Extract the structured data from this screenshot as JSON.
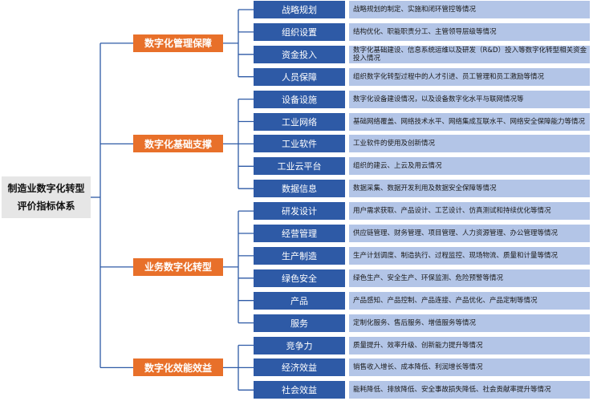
{
  "root": {
    "title": "制造业数字化转型\n评价指标体系"
  },
  "categories": [
    {
      "name": "数字化管理保障",
      "items": [
        {
          "name": "战略规划",
          "desc": "战略规划的制定、实施和闭环管控等情况"
        },
        {
          "name": "组织设置",
          "desc": "结构优化、职能职责分工、主管领导层级等情况"
        },
        {
          "name": "资金投入",
          "desc": "数字化基础建设、信息系统运维以及研发（R&D）投入等数字化转型相关资金投入情况"
        },
        {
          "name": "人员保障",
          "desc": "组织数字化转型过程中的人才引进、员工管理和员工激励等情况"
        }
      ]
    },
    {
      "name": "数字化基础支撑",
      "items": [
        {
          "name": "设备设施",
          "desc": "数字化设备建设情况，以及设备数字化水平与联网情况等"
        },
        {
          "name": "工业网络",
          "desc": "基础网络覆盖、网络技术水平、网络集成互联水平、网络安全保障能力等情况"
        },
        {
          "name": "工业软件",
          "desc": "工业软件的使用及创新情况"
        },
        {
          "name": "工业云平台",
          "desc": "组织的建云、上云及用云情况"
        },
        {
          "name": "数据信息",
          "desc": "数据采集、数据开发利用及数据安全保障等情况"
        }
      ]
    },
    {
      "name": "业务数字化转型",
      "items": [
        {
          "name": "研发设计",
          "desc": "用户需求获取、产品设计、工艺设计、仿真测试和持续优化等情况"
        },
        {
          "name": "经营管理",
          "desc": "供应链管理、财务管理、项目管理、人力资源管理、办公管理等情况"
        },
        {
          "name": "生产制造",
          "desc": "生产计划调度、制造执行、过程监控、现场物流、质量和计量等情况"
        },
        {
          "name": "绿色安全",
          "desc": "绿色生产、安全生产、环保监测、危险预警等情况"
        },
        {
          "name": "产品",
          "desc": "产品感知、产品控制、产品连接、产品优化、产品定制等情况"
        },
        {
          "name": "服务",
          "desc": "定制化服务、售后服务、增值服务等情况"
        }
      ]
    },
    {
      "name": "数字化效能效益",
      "items": [
        {
          "name": "竞争力",
          "desc": "质量提升、效率升级、创新能力提升等情况"
        },
        {
          "name": "经济效益",
          "desc": "销售收入增长、成本降低、利润增长等情况"
        },
        {
          "name": "社会效益",
          "desc": "能耗降低、排放降低、安全事故损失降低、社会贡献率提升等情况"
        }
      ]
    }
  ],
  "colors": {
    "category": "#e8702a",
    "item": "#2e5aa6",
    "description": "#b3c5e7",
    "root": "#e6e6e6",
    "connector": "#2e5aa6"
  }
}
